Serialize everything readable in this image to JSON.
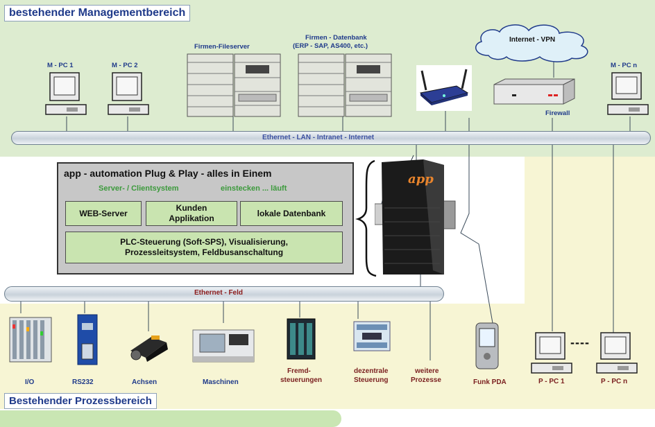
{
  "colors": {
    "management_zone": "#ddecd0",
    "process_zone": "#f7f5d4",
    "app_box": "#c7c7c7",
    "function_box": "#c9e4b0",
    "title_text": "#1f3a8a",
    "field_bus_text": "#8b1a1a"
  },
  "management_title": "bestehender Managementbereich",
  "process_title": "Bestehender Prozessbereich",
  "pcs": {
    "mpc1": "M - PC 1",
    "mpc2": "M - PC 2",
    "mpcn": "M - PC n",
    "ppc1": "P - PC 1",
    "ppcn": "P - PC n"
  },
  "servers": {
    "fileserver": "Firmen-Fileserver",
    "db_line1": "Firmen - Datenbank",
    "db_line2": "(ERP - SAP, AS400, etc.)"
  },
  "cloud_label": "Internet - VPN",
  "firewall_label": "Firewall",
  "lan_label": "Ethernet - LAN - Intranet - Internet",
  "field_label": "Ethernet - Feld",
  "app": {
    "title": "app  - automation Plug & Play  - alles in Einem",
    "subtitle_left": "Server- / Clientsystem",
    "subtitle_right": "einstecken ... läuft",
    "box_web": "WEB-Server",
    "box_kunden": "Kunden\nApplikation",
    "box_db": "lokale Datenbank",
    "box_plc_line1": "PLC-Steuerung (Soft-SPS), Visualisierung,",
    "box_plc_line2": "Prozessleitsystem, Feldbusanschaltung",
    "device_logo": "app"
  },
  "devices": {
    "io": "I/O",
    "rs232": "RS232",
    "achsen": "Achsen",
    "maschinen": "Maschinen",
    "fremd1": "Fremd-",
    "fremd2": "steuerungen",
    "dez1": "dezentrale",
    "dez2": "Steuerung",
    "weit1": "weitere",
    "weit2": "Prozesse",
    "pda": "Funk PDA"
  },
  "dashes": "----"
}
